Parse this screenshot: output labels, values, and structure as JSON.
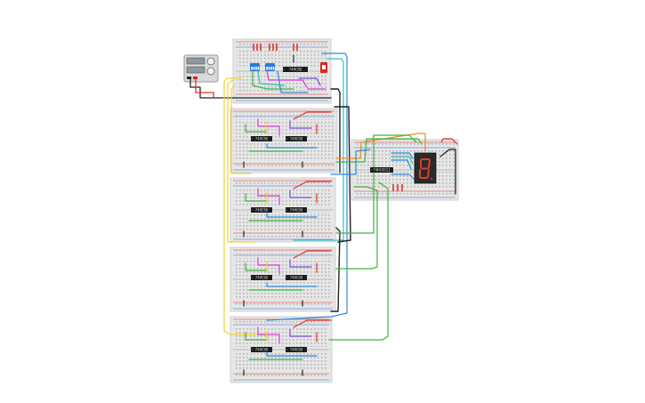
{
  "colors": {
    "background": "#ffffff",
    "board": "#e6e6e6",
    "board_border": "#c8c8c8",
    "hole": "#8f8f8f",
    "rail_red": "#e0312b",
    "rail_blue": "#2b6fd6",
    "chip": "#1b1b1b",
    "segment_display": "#2a2a2a",
    "segment_on": "#e22",
    "wires": {
      "red": "#e0312b",
      "black": "#222222",
      "yellow": "#f2d22e",
      "green": "#3db33d",
      "blue": "#2d8be0",
      "magenta": "#d43ad4",
      "orange": "#f08a1c",
      "teal": "#2fbfbf",
      "purple": "#7a4bd0"
    }
  },
  "power_supply": {
    "icon": "power-supply-icon"
  },
  "breadboards": [
    {
      "name": "breadboard-input",
      "chips": [
        "74HC00"
      ]
    },
    {
      "name": "breadboard-stage-1",
      "chips": [
        "74HC86",
        "74HC08"
      ]
    },
    {
      "name": "breadboard-stage-2",
      "chips": [
        "74HC86",
        "74HC08"
      ]
    },
    {
      "name": "breadboard-stage-3",
      "chips": [
        "74HC86",
        "74HC08"
      ]
    },
    {
      "name": "breadboard-stage-4",
      "chips": [
        "74HC86",
        "74HC08"
      ]
    },
    {
      "name": "breadboard-display",
      "chips": [
        "74HC4511"
      ]
    }
  ],
  "seven_segment": {
    "digit": "8"
  }
}
